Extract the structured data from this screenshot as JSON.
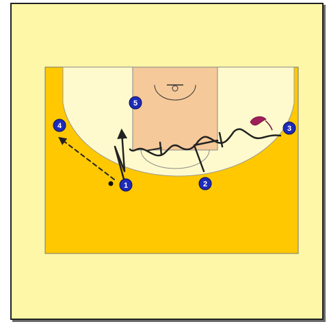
{
  "diagram": {
    "colors": {
      "page_background": "#fdf7a7",
      "court_outside_arc": "#ffc800",
      "court_inside_arc": "#fffacd",
      "paint": "#f5c99a",
      "player_fill": "#1e2bb8",
      "line": "#222222",
      "defender_marker": "#a01e5a"
    },
    "players": [
      {
        "id": "player-1",
        "label": "1"
      },
      {
        "id": "player-2",
        "label": "2"
      },
      {
        "id": "player-3",
        "label": "3"
      },
      {
        "id": "player-4",
        "label": "4"
      },
      {
        "id": "player-5",
        "label": "5"
      }
    ],
    "icons": [
      "ball-icon",
      "defender-icon",
      "basket-icon"
    ]
  }
}
